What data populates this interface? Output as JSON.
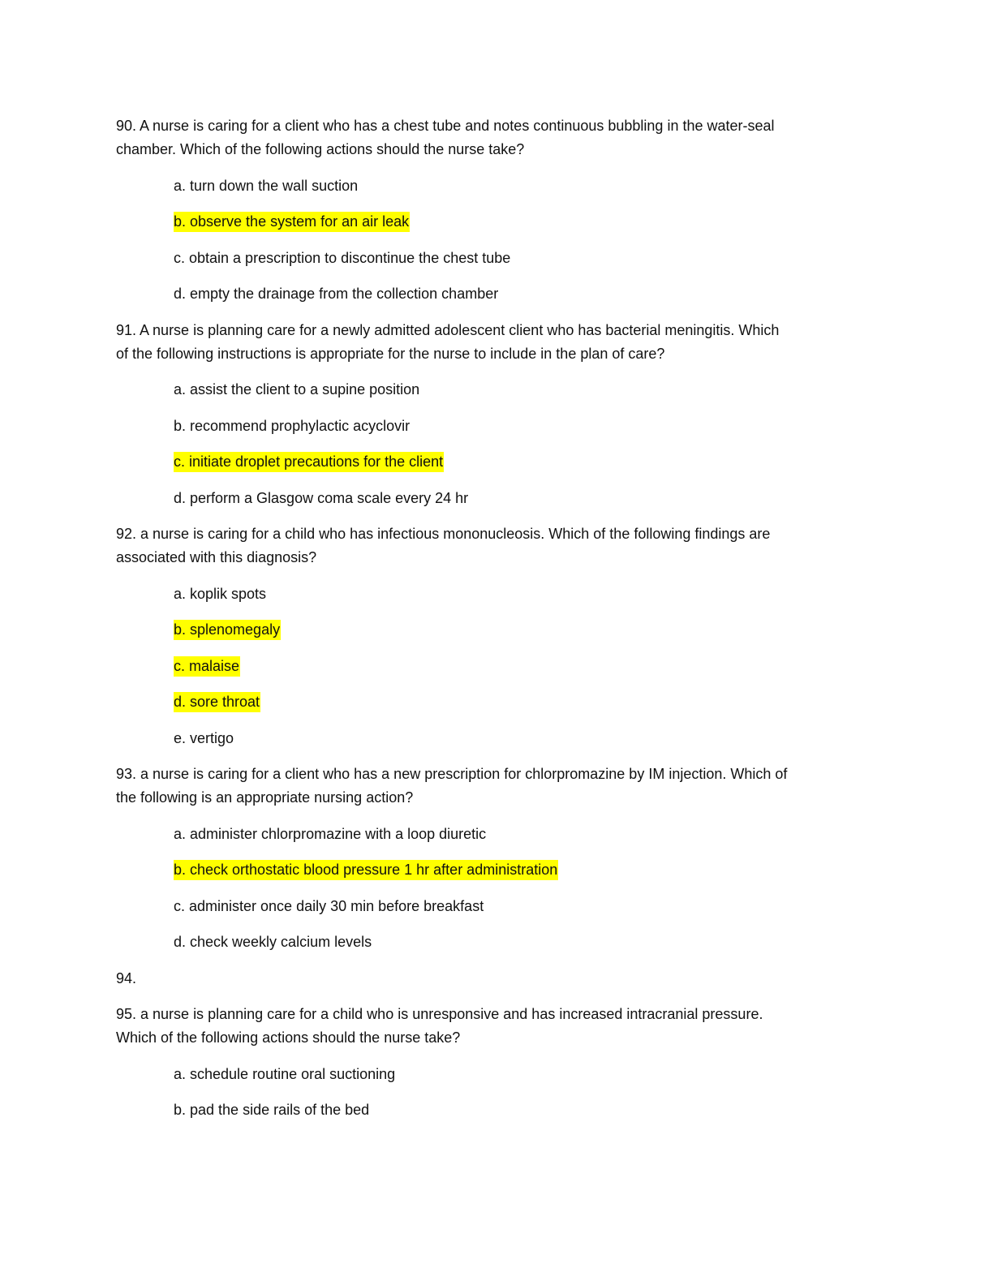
{
  "highlight_color": "#ffff00",
  "questions": [
    {
      "lines": [
        "90. A nurse is caring for a client who has a chest tube and notes continuous bubbling in the water-seal",
        "chamber. Which of the following actions should the nurse take?"
      ],
      "options": [
        {
          "text": "a. turn down the wall suction",
          "highlighted": false
        },
        {
          "text": "b. observe the system for an air leak",
          "highlighted": true
        },
        {
          "text": "c. obtain a prescription to discontinue the chest tube",
          "highlighted": false
        },
        {
          "text": "d. empty the drainage from the collection chamber",
          "highlighted": false
        }
      ]
    },
    {
      "lines": [
        "91. A nurse is planning care for a newly admitted adolescent client who has bacterial meningitis. Which",
        "of the following instructions is appropriate for the nurse to include in the plan of care?"
      ],
      "options": [
        {
          "text": "a. assist the client to a supine position",
          "highlighted": false
        },
        {
          "text": "b. recommend prophylactic acyclovir",
          "highlighted": false
        },
        {
          "text": "c. initiate droplet precautions for the client",
          "highlighted": true
        },
        {
          "text": "d. perform a Glasgow coma scale every 24 hr",
          "highlighted": false
        }
      ]
    },
    {
      "lines": [
        "92. a nurse is caring for a child who has infectious mononucleosis. Which of the following findings are",
        "associated with this diagnosis?"
      ],
      "options": [
        {
          "text": "a. koplik spots",
          "highlighted": false
        },
        {
          "text": "b. splenomegaly",
          "highlighted": true
        },
        {
          "text": "c. malaise",
          "highlighted": true
        },
        {
          "text": "d. sore throat",
          "highlighted": true
        },
        {
          "text": "e. vertigo",
          "highlighted": false
        }
      ]
    },
    {
      "lines": [
        "93. a nurse is caring for a client who has a new prescription for chlorpromazine by IM injection. Which of",
        "the following is an appropriate nursing action?"
      ],
      "options": [
        {
          "text": "a. administer chlorpromazine with a loop diuretic",
          "highlighted": false
        },
        {
          "text": "b. check orthostatic blood pressure 1 hr after administration",
          "highlighted": true
        },
        {
          "text": "c. administer once daily 30 min before breakfast",
          "highlighted": false
        },
        {
          "text": "d. check weekly calcium levels",
          "highlighted": false
        }
      ]
    },
    {
      "lines": [
        "94."
      ],
      "options": []
    },
    {
      "lines": [
        "95. a nurse is planning care for a child who is unresponsive and has increased intracranial pressure.",
        "Which of the following actions should the nurse take?"
      ],
      "options": [
        {
          "text": "a. schedule routine oral suctioning",
          "highlighted": false
        },
        {
          "text": "b. pad the side rails of the bed",
          "highlighted": false
        }
      ]
    }
  ]
}
